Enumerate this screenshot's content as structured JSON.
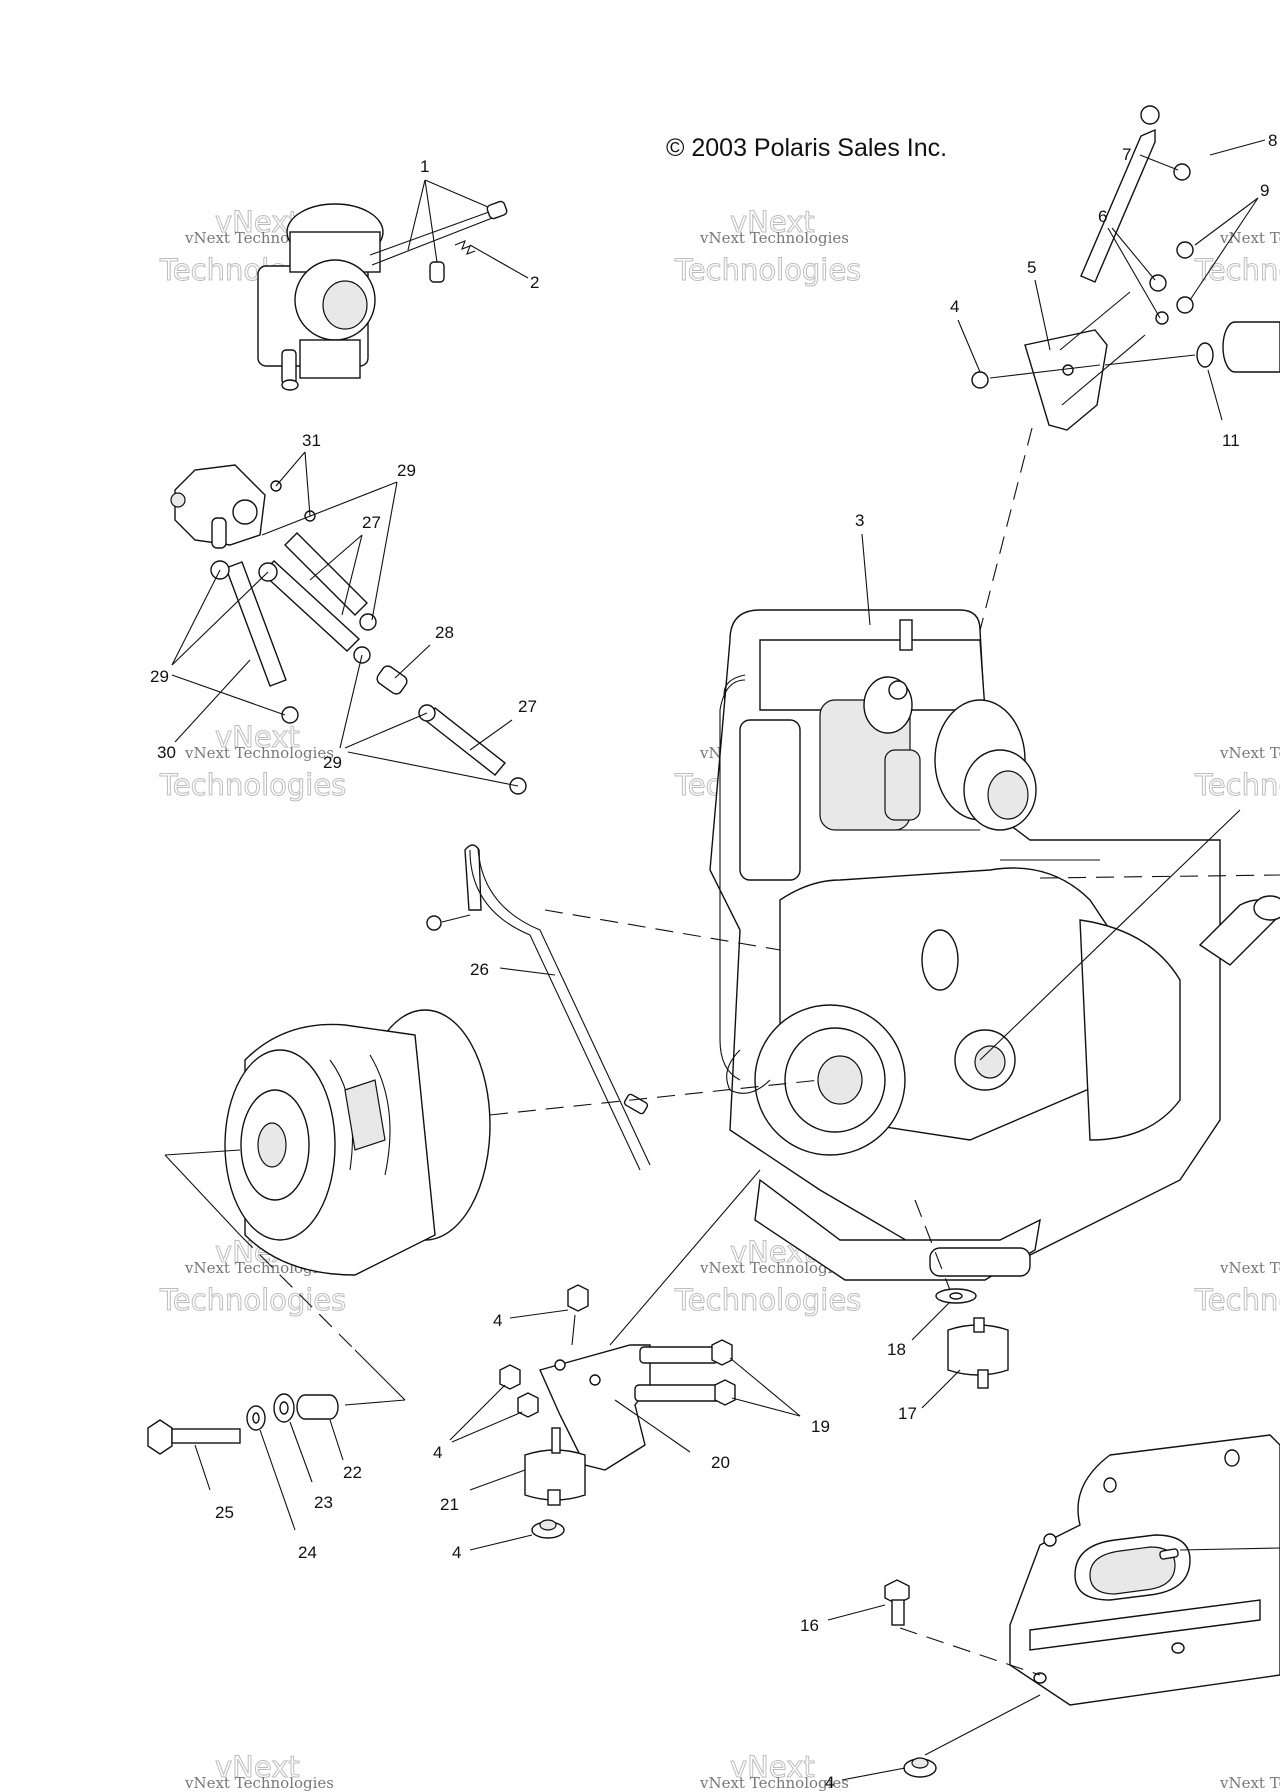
{
  "copyright": "© 2003 Polaris Sales Inc.",
  "watermark": {
    "line1": "vNext Technologies",
    "line2": "vNext",
    "line3": "Technologies"
  },
  "callouts": {
    "c1": "1",
    "c2": "2",
    "c3": "3",
    "c4a": "4",
    "c4b": "4",
    "c4c": "4",
    "c4d": "4",
    "c4e": "4",
    "c5": "5",
    "c6": "6",
    "c7": "7",
    "c8": "8",
    "c9": "9",
    "c11": "11",
    "c16": "16",
    "c17": "17",
    "c18": "18",
    "c19": "19",
    "c20": "20",
    "c21": "21",
    "c22": "22",
    "c23": "23",
    "c24": "24",
    "c25": "25",
    "c26": "26",
    "c27a": "27",
    "c27b": "27",
    "c28": "28",
    "c29a": "29",
    "c29b": "29",
    "c29c": "29",
    "c30": "30",
    "c31": "31"
  }
}
